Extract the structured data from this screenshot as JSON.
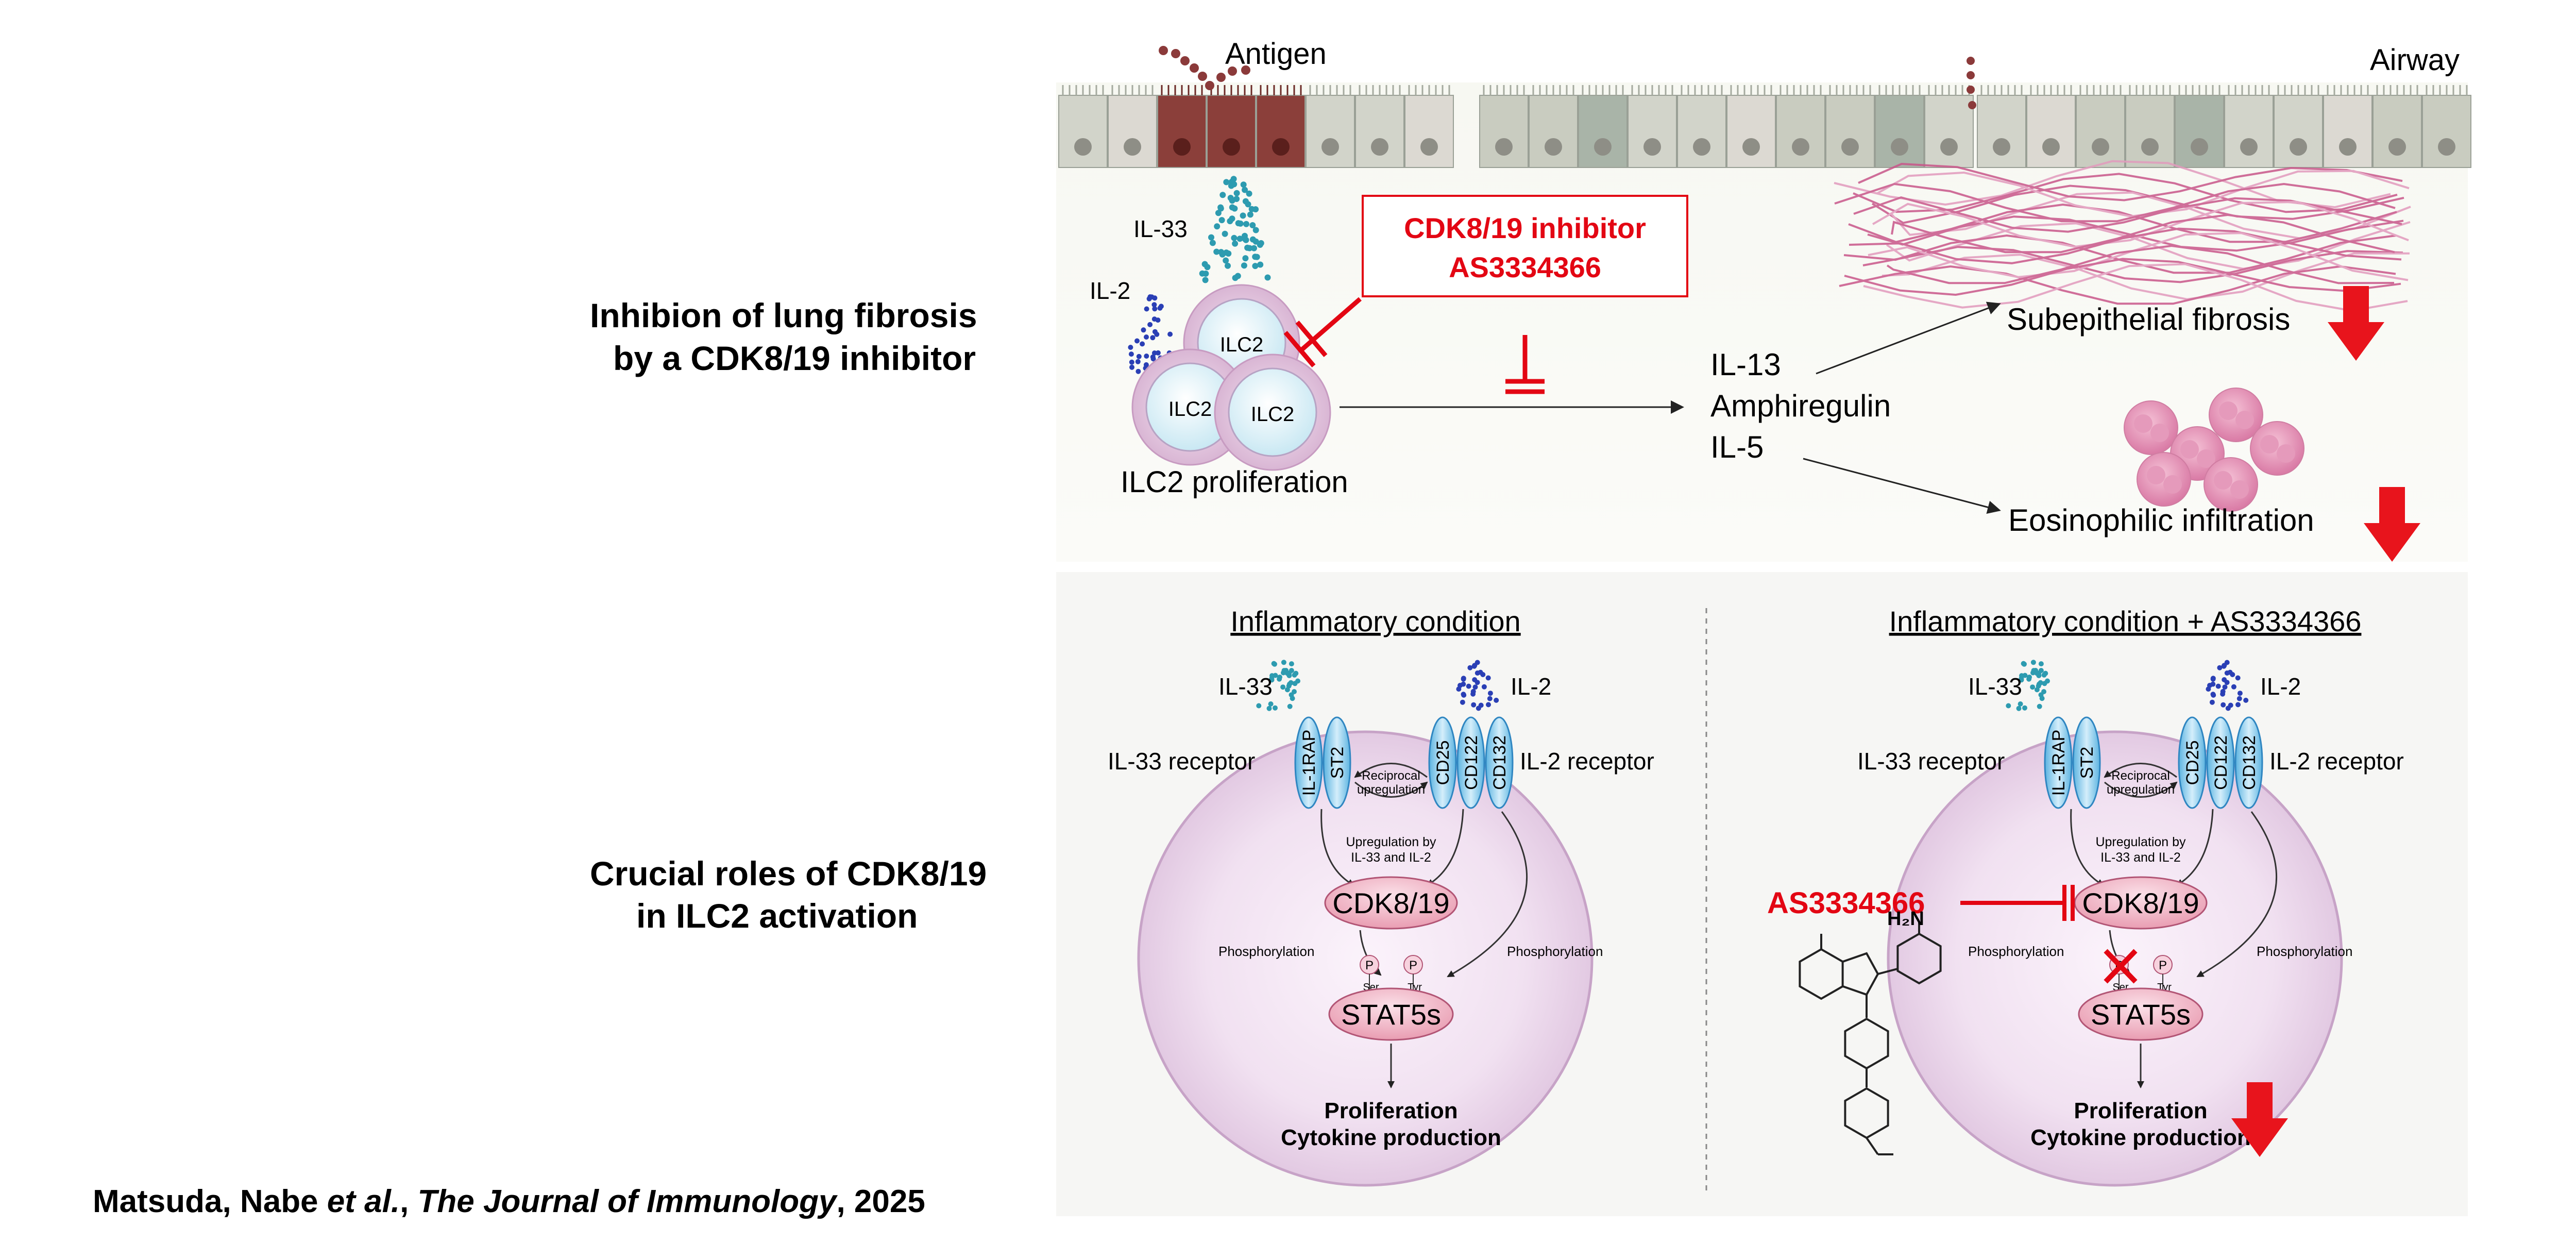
{
  "left_titles": {
    "fibrosis": {
      "line1": "Inhibion of lung fibrosis",
      "line2": "by a CDK8/19 inhibitor"
    },
    "ilc2": {
      "line1": "Crucial roles of CDK8/19",
      "line2": "in ILC2 activation"
    }
  },
  "citation": {
    "authors": "Matsuda, Nabe ",
    "etal": "et al.",
    "comma": ", ",
    "journal": "The Journal of Immunology",
    "year": ", 2025"
  },
  "top_panel": {
    "antigen": "Antigen",
    "airway": "Airway",
    "il33": "IL-33",
    "il2": "IL-2",
    "ilc2_cell": "ILC2",
    "ilc2_proliferation": "ILC2 proliferation",
    "inhibitor_box": {
      "line1": "CDK8/19 inhibitor",
      "line2": "AS3334366"
    },
    "cytokines": [
      "IL-13",
      "Amphiregulin",
      "IL-5"
    ],
    "outcomes": {
      "fibrosis": "Subepithelial fibrosis",
      "eosinophil": "Eosinophilic infiltration"
    }
  },
  "bottom_panel": {
    "left": {
      "heading": "Inflammatory condition",
      "il33": "IL-33",
      "il2": "IL-2",
      "il33_receptor": "IL-33 receptor",
      "il2_receptor": "IL-2 receptor",
      "il1rap": "IL-1RAP",
      "st2": "ST2",
      "cd25": "CD25",
      "cd122": "CD122",
      "cd132": "CD132",
      "reciprocal": {
        "line1": "Reciprocal",
        "line2": "upregulation"
      },
      "upregulation": {
        "line1": "Upregulation by",
        "line2": "IL-33 and IL-2"
      },
      "cdk": "CDK8/19",
      "phos_left": "Phosphorylation",
      "phos_right": "Phosphorylation",
      "p": "P",
      "ser": "Ser",
      "tyr": "Tyr",
      "stat": "STAT5s",
      "result": {
        "line1": "Proliferation",
        "line2": "Cytokine production"
      }
    },
    "right": {
      "heading": "Inflammatory condition + AS3334366",
      "il33": "IL-33",
      "il2": "IL-2",
      "il33_receptor": "IL-33 receptor",
      "il2_receptor": "IL-2 receptor",
      "il1rap": "IL-1RAP",
      "st2": "ST2",
      "cd25": "CD25",
      "cd122": "CD122",
      "cd132": "CD132",
      "reciprocal": {
        "line1": "Reciprocal",
        "line2": "upregulation"
      },
      "upregulation": {
        "line1": "Upregulation by",
        "line2": "IL-33 and IL-2"
      },
      "cdk": "CDK8/19",
      "phos_left": "Phosphorylation",
      "phos_right": "Phosphorylation",
      "p": "P",
      "ser": "Ser",
      "tyr": "Tyr",
      "stat": "STAT5s",
      "result": {
        "line1": "Proliferation",
        "line2": "Cytokine production"
      },
      "inhibitor": "AS3334366",
      "nh2": "H₂N"
    }
  },
  "colors": {
    "inhibitor_red": "#e30613",
    "decrease_arrow": "#e8141c",
    "cell_pink": "#f1e3f1",
    "node_pink": "#f2b7c6",
    "receptor_blue": "#7fc6ea",
    "fibrosis_pink": "#c9568a",
    "il33_dots": "#2d9bb0",
    "il2_dots": "#2a3fb5"
  }
}
